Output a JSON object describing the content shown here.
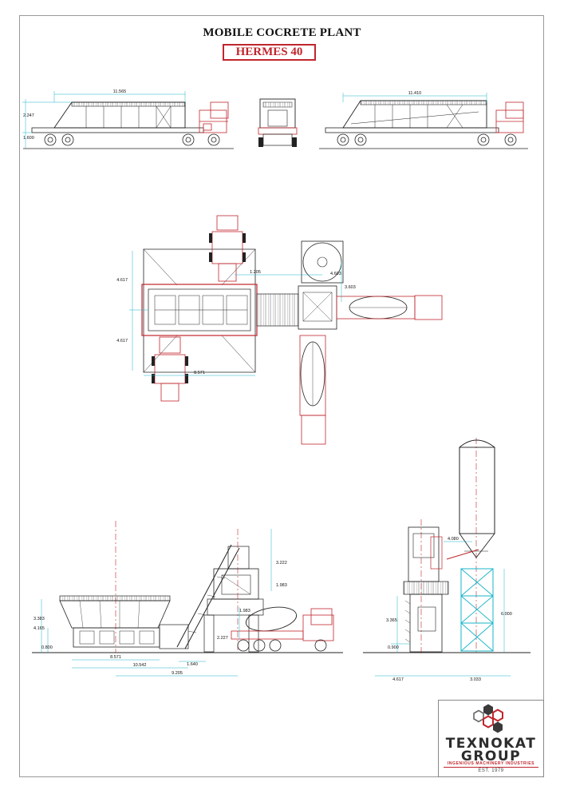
{
  "sheet": {
    "title": "MOBILE COCRETE PLANT",
    "model": "HERMES 40"
  },
  "dimensions": {
    "top_left_length": "11.565",
    "top_left_height": "2.247",
    "top_left_wheel": "1.600",
    "top_right_length": "11.410",
    "plan_silo_offset": "1.205",
    "plan_silo_dia": "4.603",
    "plan_silo_gap": "3.603",
    "plan_bin_upper": "4.617",
    "plan_bin_lower": "4.617",
    "plan_bin_width": "8.571",
    "side_skip_height": "3.222",
    "side_skip_lower": "1.983",
    "side_bin_h1": "3.383",
    "side_bin_h2": "4.165",
    "side_bin_base": "0.800",
    "side_conv": "1.983",
    "side_discharge": "2.227",
    "side_bin_width": "8.571",
    "side_total": "10.542",
    "side_conv_len": "1.640",
    "side_overall": "9.205",
    "end_silo_top": "4.080",
    "end_height": "3.365",
    "end_silo_height": "6.000",
    "end_base": "0.900",
    "end_width_left": "4.617",
    "end_width_right": "3.033"
  },
  "logo": {
    "brand_line1": "TEXNOKAT",
    "brand_line2": "GROUP",
    "tagline": "INGENIOUS MACHINERY INDUSTRIES",
    "est": "EST. 1979"
  },
  "colors": {
    "red": "#c0262d",
    "cyan": "#18b5c8",
    "black": "#222222"
  }
}
